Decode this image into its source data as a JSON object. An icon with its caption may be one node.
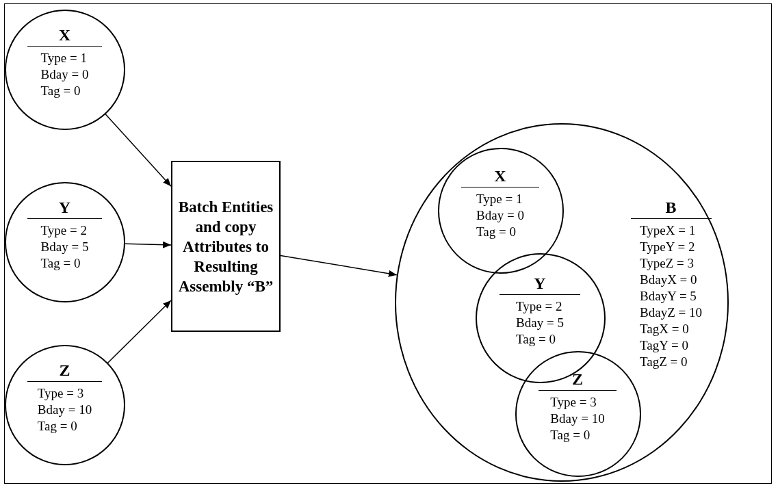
{
  "diagram": {
    "nodes": [
      {
        "text": [
          "X",
          "Type = 1",
          "Bday = 0",
          "Tag = 0"
        ]
      },
      {
        "text": [
          "Y",
          "Type = 2",
          "Bday = 5",
          "Tag = 0"
        ]
      },
      {
        "text": [
          "Z",
          "Type = 3",
          "Bday = 10",
          "Tag = 0"
        ]
      },
      {
        "text": [
          "Batch Entities and copy Attributes to Resulting Assembly “B”"
        ]
      },
      {
        "text": [
          "B",
          "TypeX = 1",
          "TypeY = 2",
          "TypeZ = 3",
          "BdayX = 0",
          "BdayY = 5",
          "BdayZ = 10",
          "TagX = 0",
          "TagY = 0",
          "TagZ = 0"
        ]
      },
      {
        "text": [
          "X",
          "Type = 1",
          "Bday = 0",
          "Tag = 0"
        ],
        "in": 4
      },
      {
        "text": [
          "Y",
          "Type = 2",
          "Bday = 5",
          "Tag = 0"
        ],
        "in": 4
      },
      {
        "text": [
          "Z",
          "Type = 3",
          "Bday = 10",
          "Tag = 0"
        ],
        "in": 4
      }
    ],
    "edges": [
      {
        "from": 0,
        "to": 3,
        "arrow": "to"
      },
      {
        "from": 1,
        "to": 3,
        "arrow": "to"
      },
      {
        "from": 2,
        "to": 3,
        "arrow": "to"
      },
      {
        "from": 3,
        "to": 4,
        "arrow": "to"
      }
    ]
  }
}
